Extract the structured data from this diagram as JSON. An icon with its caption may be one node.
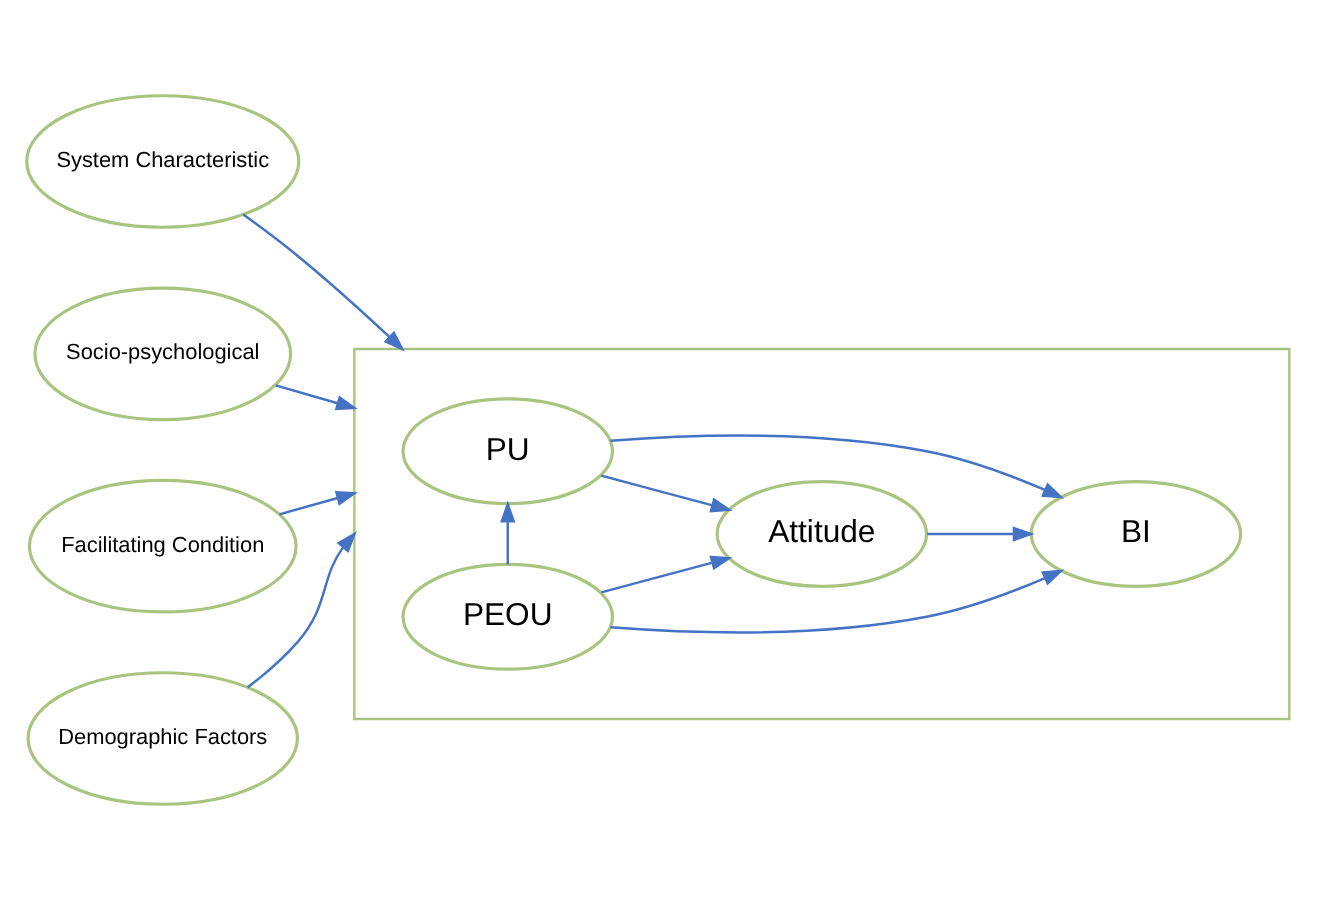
{
  "diagram": {
    "nodes": [
      {
        "text": [],
        "shape": "box"
      },
      {
        "text": [
          "System Characteristic"
        ]
      },
      {
        "text": [
          "Socio-psychological"
        ]
      },
      {
        "text": [
          "Facilitating Condition"
        ]
      },
      {
        "text": [
          "Demographic Factors"
        ]
      },
      {
        "text": [
          "PU"
        ],
        "in": 0
      },
      {
        "text": [
          "Attitude"
        ],
        "in": 0
      },
      {
        "text": [
          "BI"
        ],
        "in": 0
      },
      {
        "text": [
          "PEOU"
        ],
        "in": 0
      }
    ],
    "edges": [
      {
        "from": 1,
        "to": 0,
        "arrow": "to"
      },
      {
        "from": 2,
        "to": 0,
        "arrow": "to"
      },
      {
        "from": 3,
        "to": 0,
        "arrow": "to"
      },
      {
        "from": 4,
        "to": 0,
        "arrow": "to"
      },
      {
        "from": 8,
        "to": 5,
        "arrow": "to"
      },
      {
        "from": 5,
        "to": 6,
        "arrow": "to"
      },
      {
        "from": 5,
        "to": 7,
        "arrow": "to"
      },
      {
        "from": 6,
        "to": 7,
        "arrow": "to"
      },
      {
        "from": 8,
        "to": 6,
        "arrow": "to"
      },
      {
        "from": 8,
        "to": 7,
        "arrow": "to"
      }
    ]
  }
}
